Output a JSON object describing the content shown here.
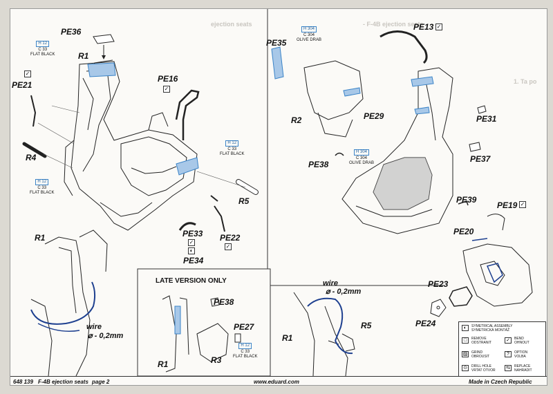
{
  "ghost_text": {
    "top_left": "ejection seats",
    "top_right": "- F-4B ejection seats",
    "right_side": "1. Ta po"
  },
  "labels": {
    "pe36": "PE36",
    "r1_top": "R1",
    "pe21": "PE21",
    "r4": "R4",
    "pe16": "PE16",
    "r5_top": "R5",
    "pe33": "PE33",
    "pe34": "PE34",
    "pe22": "PE22",
    "pe35": "PE35",
    "r2": "R2",
    "pe29": "PE29",
    "pe13": "PE13",
    "pe31": "PE31",
    "pe37": "PE37",
    "pe38_top": "PE38",
    "pe39": "PE39",
    "pe19": "PE19",
    "pe20": "PE20",
    "pe23": "PE23",
    "pe24": "PE24",
    "r1_bottom": "R1",
    "pe38_bottom": "PE38",
    "pe27": "PE27",
    "r1_late": "R1",
    "r3": "R3",
    "r5_bottom": "R5",
    "r1_right": "R1"
  },
  "paint": {
    "top_left": {
      "h": "H 12",
      "c": "C 33",
      "name": "FLAT BLACK"
    },
    "mid_left": {
      "h": "H 12",
      "c": "C 33",
      "name": "FLAT BLACK"
    },
    "mid_center": {
      "h": "H 12",
      "c": "C 33",
      "name": "FLAT BLACK"
    },
    "olive_top": {
      "h": "H 304",
      "c": "C 304",
      "name": "OLIVE DRAB"
    },
    "olive_seat": {
      "h": "H 304",
      "c": "C 304",
      "name": "OLIVE DRAB"
    },
    "late": {
      "h": "H 12",
      "c": "C 33",
      "name": "FLAT BLACK"
    }
  },
  "wire": {
    "left": {
      "label": "wire",
      "size": "⌀ - 0,2mm"
    },
    "right": {
      "label": "wire",
      "size": "⌀ - 0,2mm"
    }
  },
  "late_version": "LATE VERSION ONLY",
  "footer": {
    "code": "648 139",
    "title": "F-4B ejection seats",
    "page": "page 2",
    "url": "www.eduard.com",
    "made": "Made in Czech Republic"
  },
  "legend": [
    {
      "icon": "◐",
      "line1": "SYMETRICAL ASSEMBLY",
      "line2": "SYMETRICKÁ MONTÁŽ"
    },
    {
      "icon": "□",
      "line1": "REMOVE",
      "line2": "ODSTRANIT"
    },
    {
      "icon": "✓",
      "line1": "BEND",
      "line2": "OHNOUT"
    },
    {
      "icon": "▨",
      "line1": "GRIND",
      "line2": "OBROUSIT"
    },
    {
      "icon": "?",
      "line1": "OPTION",
      "line2": "VOLBA"
    },
    {
      "icon": "⊙",
      "line1": "DRILL HOLE",
      "line2": "VRTAT OTVOR"
    },
    {
      "icon": "⇆",
      "line1": "REPLACE",
      "line2": "NAHRADIT"
    }
  ],
  "colors": {
    "blue": "#3a83c7",
    "wire": "#1d3f8f",
    "ink": "#222222"
  }
}
